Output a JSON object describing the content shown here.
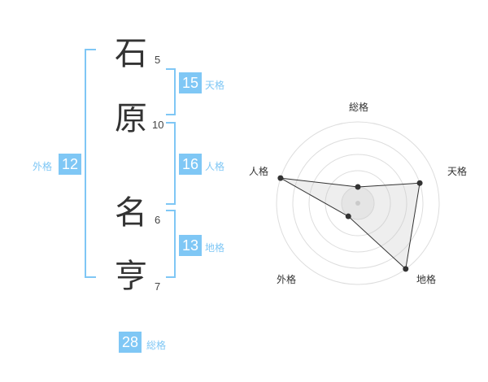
{
  "name": {
    "chars": [
      {
        "char": "石",
        "strokes": "5"
      },
      {
        "char": "原",
        "strokes": "10"
      },
      {
        "char": "名",
        "strokes": "6"
      },
      {
        "char": "亨",
        "strokes": "7"
      }
    ]
  },
  "kaku": {
    "tenkaku": {
      "value": "15",
      "label": "天格"
    },
    "jinkaku": {
      "value": "16",
      "label": "人格"
    },
    "chikaku": {
      "value": "13",
      "label": "地格"
    },
    "gaikaku": {
      "value": "12",
      "label": "外格"
    },
    "soukaku": {
      "value": "28",
      "label": "総格"
    }
  },
  "colors": {
    "accent": "#7fc7f5",
    "text": "#333333",
    "grid": "#dddddd",
    "fill": "#eeeeee"
  },
  "chart_data": {
    "type": "radar",
    "axes": [
      "総格",
      "天格",
      "地格",
      "外格",
      "人格"
    ],
    "rmax": 5,
    "values": [
      1,
      4,
      5,
      1,
      5
    ]
  }
}
